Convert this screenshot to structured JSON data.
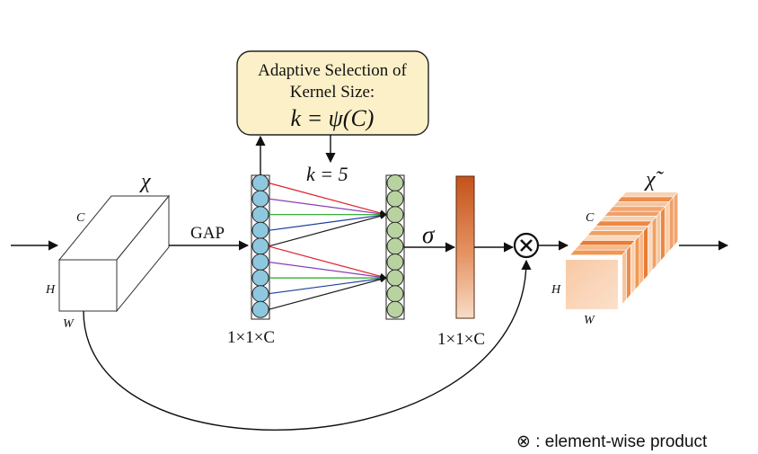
{
  "labels": {
    "selection_title_line1": "Adaptive Selection of",
    "selection_title_line2": "Kernel Size:",
    "selection_formula": "k = ψ(C)",
    "kernel_value": "k = 5",
    "input_symbol": "χ",
    "output_symbol": "χ̃",
    "gap": "GAP",
    "sigma": "σ",
    "input_dim_c": "C",
    "input_dim_h": "H",
    "input_dim_w": "W",
    "output_dim_c": "C",
    "output_dim_h": "H",
    "output_dim_w": "W",
    "pooled_size": "1×1×C",
    "weights_size": "1×1×C",
    "product_symbol": "⊗",
    "legend": "⊗ : element-wise product"
  },
  "connection_colors": [
    "#e11f2b",
    "#8a3fb5",
    "#1ea51e",
    "#1d3f9e",
    "#1a1a1a"
  ],
  "colors": {
    "node_left": "#8ec8df",
    "node_right": "#b8d3a0",
    "selection_box": "#fcf0c8",
    "weights_bar_top": "#c8581a",
    "weights_bar_bottom": "#f6d5bd"
  }
}
